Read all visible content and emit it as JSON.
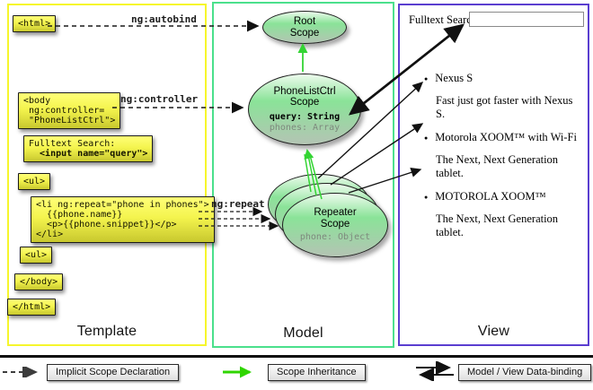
{
  "columns": {
    "template": {
      "label": "Template"
    },
    "model": {
      "label": "Model"
    },
    "view": {
      "label": "View"
    }
  },
  "template_code": {
    "html_open": "<html>",
    "body_open": "<body\n ng:controller=\n \"PhoneListCtrl\">",
    "fulltext_line1": "Fulltext Search:",
    "fulltext_line2": "  <input name=\"query\">",
    "ul_open": "<ul>",
    "li_repeat": "<li ng:repeat=\"phone in phones\">\n  {{phone.name}}\n  <p>{{phone.snippet}}</p>\n</li>",
    "ul_close": "<ul>",
    "body_close": "</body>",
    "html_close": "</html>"
  },
  "directives": {
    "autobind": "ng:autobind",
    "controller": "ng:controller",
    "repeat": "ng:repeat"
  },
  "scopes": {
    "root": {
      "title": "Root\nScope"
    },
    "phonelist": {
      "title": "PhoneListCtrl\nScope",
      "prop_query": "query: String",
      "prop_phones": "phones: Array"
    },
    "repeater": {
      "title": "Repeater\nScope",
      "prop_phone": "phone: Object"
    }
  },
  "view": {
    "search_label": "Fulltext Search:",
    "search_value": "",
    "items": [
      {
        "title": "Nexus S",
        "desc": "Fast just got faster with Nexus S."
      },
      {
        "title": "Motorola XOOM™  with Wi-Fi",
        "desc": "The Next, Next Generation tablet."
      },
      {
        "title": "MOTOROLA XOOM™",
        "desc": "The Next, Next Generation tablet."
      }
    ]
  },
  "legend": {
    "implicit": {
      "label": "Implicit Scope Declaration"
    },
    "inheritance": {
      "label": "Scope Inheritance"
    },
    "databinding": {
      "label": "Model / View Data-binding"
    }
  },
  "colors": {
    "template_border": "#f6f62c",
    "model_border": "#4be08c",
    "view_border": "#5a3ed0",
    "scope_green_arrow": "#33d433",
    "legend_green_arrow": "#2fd500",
    "codebox_yellow": "#f4f44e",
    "ellipse_green": "#8ae398"
  }
}
